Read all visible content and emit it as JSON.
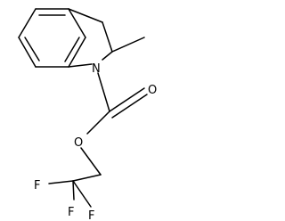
{
  "molecule": {
    "atoms": {
      "nitrogen": "N",
      "carbonyl_oxygen": "O",
      "ester_oxygen": "O",
      "fluorine_left": "F",
      "fluorine_right": "F",
      "fluorine_bottom": "F"
    }
  }
}
